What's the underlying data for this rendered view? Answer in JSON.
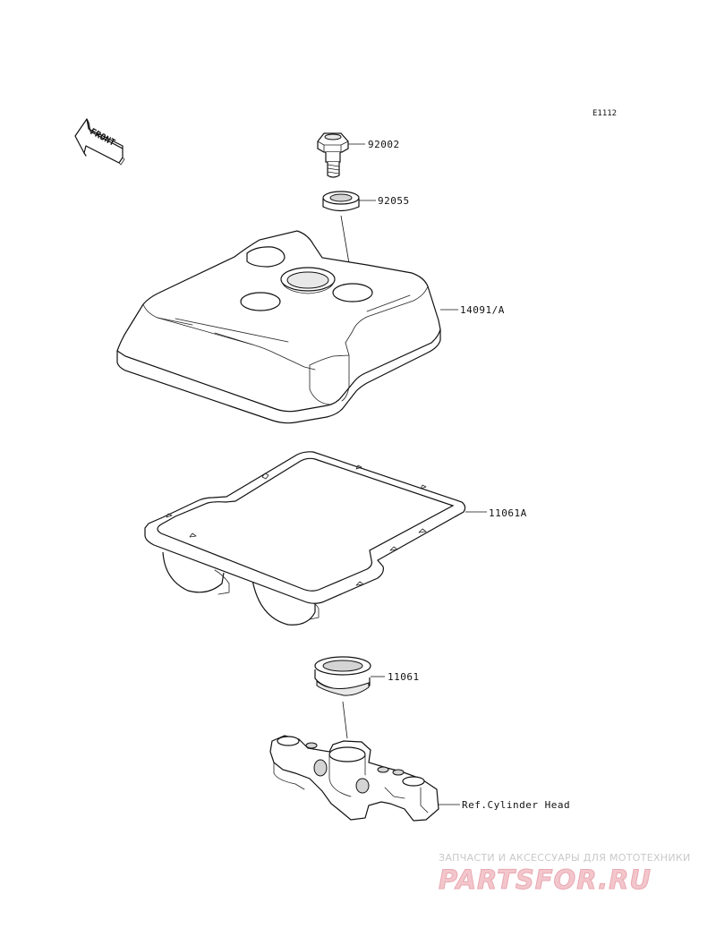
{
  "diagram": {
    "code": "E1112",
    "front_label": "FRONT",
    "parts": [
      {
        "number": "92002",
        "name": "bolt"
      },
      {
        "number": "92055",
        "name": "washer"
      },
      {
        "number": "14091/A",
        "name": "cylinder-head-cover"
      },
      {
        "number": "11061A",
        "name": "cover-gasket"
      },
      {
        "number": "11061",
        "name": "plug-hole-gasket"
      },
      {
        "reference": "Ref.Cylinder Head",
        "name": "cylinder-head"
      }
    ]
  },
  "watermark": {
    "subtitle": "ЗАПЧАСТИ И АКСЕССУАРЫ ДЛЯ МОТОТЕХНИКИ",
    "brand": "PARTSFOR.RU"
  }
}
